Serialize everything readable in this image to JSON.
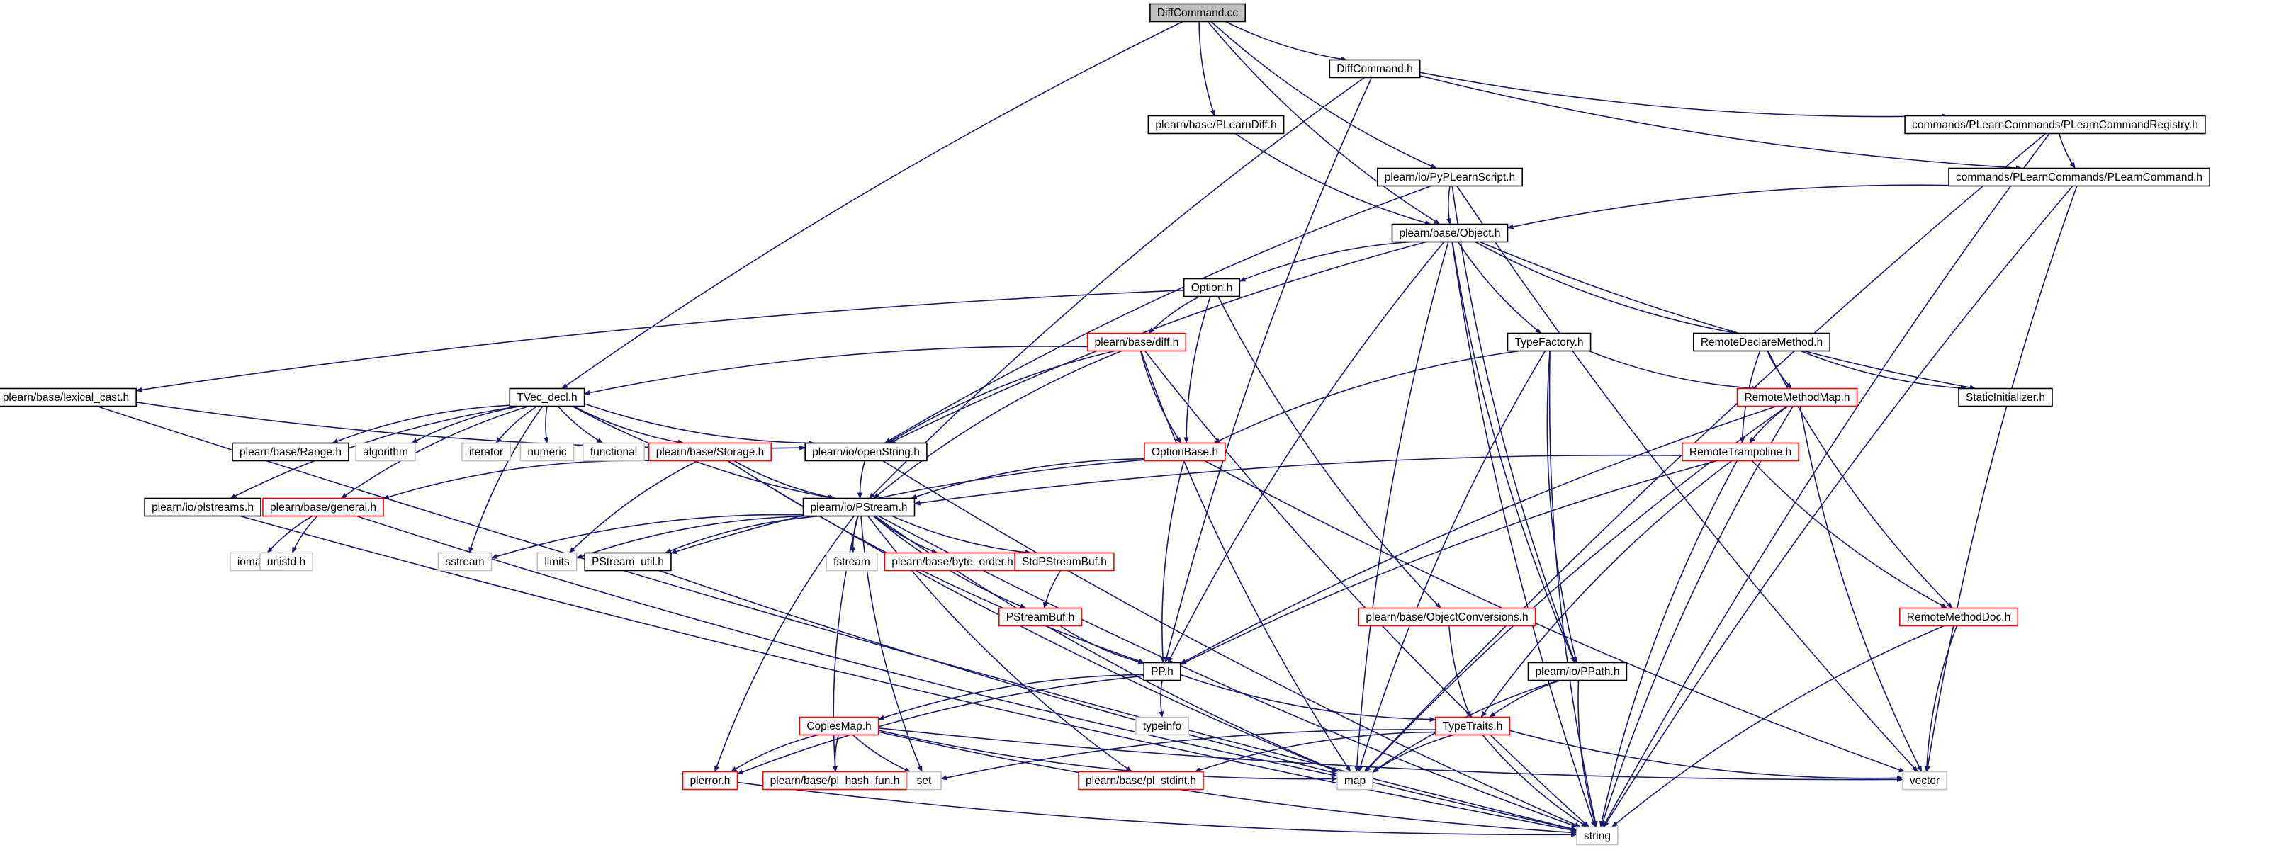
{
  "diagram": {
    "nodes": [
      {
        "id": "root",
        "label": "DiffCommand.cc",
        "style": "root"
      },
      {
        "id": "diffcmd_h",
        "label": "DiffCommand.h",
        "style": "normal"
      },
      {
        "id": "plearn_diff",
        "label": "plearn/base/PLearnDiff.h",
        "style": "normal"
      },
      {
        "id": "pypl",
        "label": "plearn/io/PyPLearnScript.h",
        "style": "normal"
      },
      {
        "id": "registry",
        "label": "commands/PLearnCommands/PLearnCommandRegistry.h",
        "style": "normal"
      },
      {
        "id": "plcmd",
        "label": "commands/PLearnCommands/PLearnCommand.h",
        "style": "normal"
      },
      {
        "id": "object",
        "label": "plearn/base/Object.h",
        "style": "normal"
      },
      {
        "id": "option",
        "label": "Option.h",
        "style": "normal"
      },
      {
        "id": "typefactory",
        "label": "TypeFactory.h",
        "style": "normal"
      },
      {
        "id": "remotedecl",
        "label": "RemoteDeclareMethod.h",
        "style": "normal"
      },
      {
        "id": "diff",
        "label": "plearn/base/diff.h",
        "style": "red"
      },
      {
        "id": "lexcast",
        "label": "plearn/base/lexical_cast.h",
        "style": "normal"
      },
      {
        "id": "tvec",
        "label": "TVec_decl.h",
        "style": "normal"
      },
      {
        "id": "remotemap",
        "label": "RemoteMethodMap.h",
        "style": "red"
      },
      {
        "id": "staticinit",
        "label": "StaticInitializer.h",
        "style": "normal"
      },
      {
        "id": "range",
        "label": "plearn/base/Range.h",
        "style": "normal"
      },
      {
        "id": "algorithm",
        "label": "algorithm",
        "style": "gray"
      },
      {
        "id": "iterator",
        "label": "iterator",
        "style": "gray"
      },
      {
        "id": "numeric",
        "label": "numeric",
        "style": "gray"
      },
      {
        "id": "functional",
        "label": "functional",
        "style": "gray"
      },
      {
        "id": "storage",
        "label": "plearn/base/Storage.h",
        "style": "red"
      },
      {
        "id": "openstring",
        "label": "plearn/io/openString.h",
        "style": "normal"
      },
      {
        "id": "optionbase",
        "label": "OptionBase.h",
        "style": "red"
      },
      {
        "id": "trampoline",
        "label": "RemoteTrampoline.h",
        "style": "red"
      },
      {
        "id": "plstreams",
        "label": "plearn/io/plstreams.h",
        "style": "normal"
      },
      {
        "id": "general",
        "label": "plearn/base/general.h",
        "style": "red"
      },
      {
        "id": "pstream",
        "label": "plearn/io/PStream.h",
        "style": "normal"
      },
      {
        "id": "iomanip",
        "label": "iomanip",
        "style": "gray"
      },
      {
        "id": "unistd",
        "label": "unistd.h",
        "style": "gray"
      },
      {
        "id": "limits",
        "label": "limits",
        "style": "gray"
      },
      {
        "id": "sstream",
        "label": "sstream",
        "style": "gray"
      },
      {
        "id": "pstreamutil",
        "label": "PStream_util.h",
        "style": "normal"
      },
      {
        "id": "fstream",
        "label": "fstream",
        "style": "gray"
      },
      {
        "id": "byteorder",
        "label": "plearn/base/byte_order.h",
        "style": "red"
      },
      {
        "id": "stdpsb",
        "label": "StdPStreamBuf.h",
        "style": "red"
      },
      {
        "id": "psb",
        "label": "PStreamBuf.h",
        "style": "red"
      },
      {
        "id": "objconv",
        "label": "plearn/base/ObjectConversions.h",
        "style": "red"
      },
      {
        "id": "remotedoc",
        "label": "RemoteMethodDoc.h",
        "style": "red"
      },
      {
        "id": "pp",
        "label": "PP.h",
        "style": "normal"
      },
      {
        "id": "ppath",
        "label": "plearn/io/PPath.h",
        "style": "normal"
      },
      {
        "id": "typeinfo",
        "label": "typeinfo",
        "style": "gray"
      },
      {
        "id": "copiesmap",
        "label": "CopiesMap.h",
        "style": "red"
      },
      {
        "id": "typetraits",
        "label": "TypeTraits.h",
        "style": "red"
      },
      {
        "id": "plerror",
        "label": "plerror.h",
        "style": "red"
      },
      {
        "id": "hashfun",
        "label": "plearn/base/pl_hash_fun.h",
        "style": "red"
      },
      {
        "id": "set",
        "label": "set",
        "style": "gray"
      },
      {
        "id": "map",
        "label": "map",
        "style": "gray"
      },
      {
        "id": "stdint",
        "label": "plearn/base/pl_stdint.h",
        "style": "red"
      },
      {
        "id": "vector",
        "label": "vector",
        "style": "gray"
      },
      {
        "id": "string",
        "label": "string",
        "style": "gray"
      }
    ],
    "edges": [
      [
        "root",
        "diffcmd_h"
      ],
      [
        "root",
        "plearn_diff"
      ],
      [
        "root",
        "pypl"
      ],
      [
        "root",
        "object"
      ],
      [
        "root",
        "tvec"
      ],
      [
        "diffcmd_h",
        "registry"
      ],
      [
        "diffcmd_h",
        "plcmd"
      ],
      [
        "diffcmd_h",
        "pstream"
      ],
      [
        "diffcmd_h",
        "pp"
      ],
      [
        "plearn_diff",
        "object"
      ],
      [
        "pypl",
        "object"
      ],
      [
        "pypl",
        "openstring"
      ],
      [
        "pypl",
        "ppath"
      ],
      [
        "pypl",
        "vector"
      ],
      [
        "registry",
        "plcmd"
      ],
      [
        "registry",
        "map"
      ],
      [
        "registry",
        "string"
      ],
      [
        "plcmd",
        "object"
      ],
      [
        "plcmd",
        "vector"
      ],
      [
        "plcmd",
        "string"
      ],
      [
        "object",
        "option"
      ],
      [
        "object",
        "typefactory"
      ],
      [
        "object",
        "remotedecl"
      ],
      [
        "object",
        "staticinit"
      ],
      [
        "object",
        "openstring"
      ],
      [
        "object",
        "pp"
      ],
      [
        "object",
        "ppath"
      ],
      [
        "object",
        "map"
      ],
      [
        "object",
        "string"
      ],
      [
        "option",
        "diff"
      ],
      [
        "option",
        "optionbase"
      ],
      [
        "option",
        "objconv"
      ],
      [
        "option",
        "lexcast"
      ],
      [
        "diff",
        "tvec"
      ],
      [
        "diff",
        "openstring"
      ],
      [
        "diff",
        "optionbase"
      ],
      [
        "diff",
        "pstream"
      ],
      [
        "diff",
        "map"
      ],
      [
        "diff",
        "string"
      ],
      [
        "lexcast",
        "openstring"
      ],
      [
        "lexcast",
        "string"
      ],
      [
        "tvec",
        "range"
      ],
      [
        "tvec",
        "algorithm"
      ],
      [
        "tvec",
        "iterator"
      ],
      [
        "tvec",
        "numeric"
      ],
      [
        "tvec",
        "functional"
      ],
      [
        "tvec",
        "storage"
      ],
      [
        "tvec",
        "openstring"
      ],
      [
        "tvec",
        "pstream"
      ],
      [
        "tvec",
        "plstreams"
      ],
      [
        "tvec",
        "general"
      ],
      [
        "tvec",
        "sstream"
      ],
      [
        "typefactory",
        "optionbase"
      ],
      [
        "typefactory",
        "remotemap"
      ],
      [
        "typefactory",
        "ppath"
      ],
      [
        "typefactory",
        "map"
      ],
      [
        "typefactory",
        "string"
      ],
      [
        "remotedecl",
        "remotemap"
      ],
      [
        "remotedecl",
        "trampoline"
      ],
      [
        "remotedecl",
        "remotedoc"
      ],
      [
        "remotedecl",
        "staticinit"
      ],
      [
        "remotemap",
        "trampoline"
      ],
      [
        "remotemap",
        "pp"
      ],
      [
        "remotemap",
        "map"
      ],
      [
        "remotemap",
        "vector"
      ],
      [
        "remotemap",
        "string"
      ],
      [
        "storage",
        "general"
      ],
      [
        "storage",
        "pstream"
      ],
      [
        "storage",
        "pp"
      ],
      [
        "storage",
        "limits"
      ],
      [
        "storage",
        "map"
      ],
      [
        "openstring",
        "pstream"
      ],
      [
        "openstring",
        "string"
      ],
      [
        "optionbase",
        "pstream"
      ],
      [
        "optionbase",
        "pp"
      ],
      [
        "optionbase",
        "pstreamutil"
      ],
      [
        "optionbase",
        "vector"
      ],
      [
        "trampoline",
        "pstream"
      ],
      [
        "trampoline",
        "remotedoc"
      ],
      [
        "trampoline",
        "pp"
      ],
      [
        "trampoline",
        "typetraits"
      ],
      [
        "trampoline",
        "string"
      ],
      [
        "plstreams",
        "string"
      ],
      [
        "general",
        "iomanip"
      ],
      [
        "general",
        "unistd"
      ],
      [
        "general",
        "map"
      ],
      [
        "pstream",
        "limits"
      ],
      [
        "pstream",
        "sstream"
      ],
      [
        "pstream",
        "pstreamutil"
      ],
      [
        "pstream",
        "fstream"
      ],
      [
        "pstream",
        "byteorder"
      ],
      [
        "pstream",
        "stdpsb"
      ],
      [
        "pstream",
        "psb"
      ],
      [
        "pstream",
        "plerror"
      ],
      [
        "pstream",
        "hashfun"
      ],
      [
        "pstream",
        "set"
      ],
      [
        "pstream",
        "map"
      ],
      [
        "pstream",
        "stdint"
      ],
      [
        "pstream",
        "string"
      ],
      [
        "pstreamutil",
        "string"
      ],
      [
        "stdpsb",
        "psb"
      ],
      [
        "psb",
        "pp"
      ],
      [
        "objconv",
        "typetraits"
      ],
      [
        "remotedoc",
        "vector"
      ],
      [
        "remotedoc",
        "string"
      ],
      [
        "pp",
        "typeinfo"
      ],
      [
        "pp",
        "copiesmap"
      ],
      [
        "pp",
        "typetraits"
      ],
      [
        "pp",
        "plerror"
      ],
      [
        "ppath",
        "typetraits"
      ],
      [
        "ppath",
        "map"
      ],
      [
        "ppath",
        "string"
      ],
      [
        "copiesmap",
        "plerror"
      ],
      [
        "copiesmap",
        "hashfun"
      ],
      [
        "copiesmap",
        "set"
      ],
      [
        "copiesmap",
        "map"
      ],
      [
        "copiesmap",
        "vector"
      ],
      [
        "copiesmap",
        "string"
      ],
      [
        "typetraits",
        "set"
      ],
      [
        "typetraits",
        "map"
      ],
      [
        "typetraits",
        "stdint"
      ],
      [
        "typetraits",
        "vector"
      ],
      [
        "typetraits",
        "string"
      ],
      [
        "plerror",
        "string"
      ]
    ]
  },
  "colors": {
    "edge": "#191970",
    "root_fill": "#bfbfbf",
    "normal_border": "#000000",
    "red_border": "#ff0000",
    "gray_border": "#bfbfbf",
    "red_text": "#000000"
  }
}
